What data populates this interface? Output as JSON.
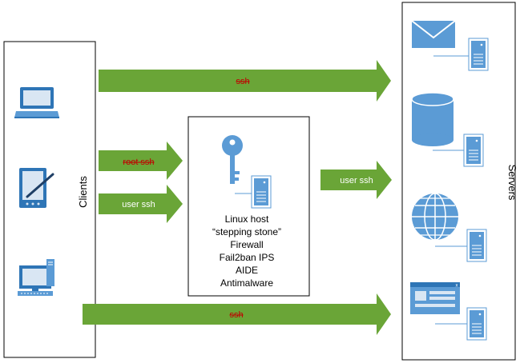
{
  "clients_label": "Clients",
  "servers_label": "Servers",
  "arrows": {
    "top_ssh": "ssh",
    "root_ssh": "root ssh",
    "user_ssh_left": "user ssh",
    "user_ssh_right": "user ssh",
    "bottom_ssh": "ssh"
  },
  "stepping_stone_lines": [
    "Linux host",
    "“stepping stone”",
    "Firewall",
    "Fail2ban IPS",
    "AIDE",
    "Antimalware"
  ],
  "colors": {
    "arrow_green": "#6aa537",
    "icon_blue": "#5b9bd5",
    "icon_blue_dark": "#2e75b6",
    "blocked_text": "#c00000",
    "border": "#000000"
  }
}
